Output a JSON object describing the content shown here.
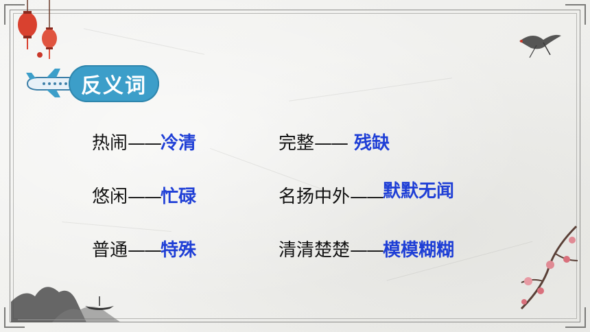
{
  "title": "反义词",
  "dash": "——",
  "pairs": [
    {
      "term": "热闹",
      "answer": "冷清"
    },
    {
      "term": "完整",
      "answer": "残缺"
    },
    {
      "term": "悠闲",
      "answer": "忙碌"
    },
    {
      "term": "名扬中外",
      "answer": "默默无闻"
    },
    {
      "term": "普通",
      "answer": "特殊"
    },
    {
      "term": "清清楚楚",
      "answer": "模模糊糊"
    }
  ],
  "colors": {
    "badge": "#3c9ec9",
    "answer": "#1f3fd6",
    "term": "#111111",
    "lantern": "#d9412f"
  },
  "icons": [
    "plane-icon",
    "lantern-icon",
    "crane-icon",
    "plum-blossom-icon",
    "mountain-icon",
    "boat-icon"
  ]
}
